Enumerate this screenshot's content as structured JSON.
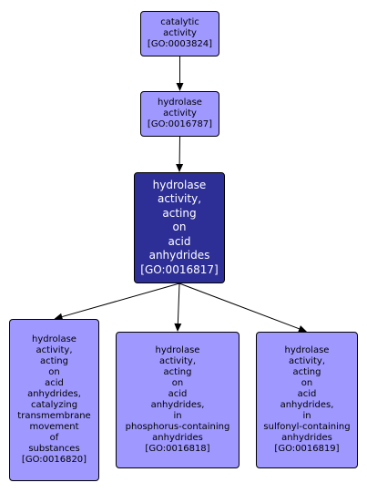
{
  "colors": {
    "node_fill": "#9f98ff",
    "focus_fill": "#2d2f97",
    "border": "#000000",
    "edge": "#000000",
    "text": "#000000",
    "focus_text": "#ffffff"
  },
  "nodes": [
    {
      "id": "GO:0003824",
      "role": "ancestor",
      "lines": [
        "catalytic",
        "activity",
        "[GO:0003824]"
      ]
    },
    {
      "id": "GO:0016787",
      "role": "ancestor",
      "lines": [
        "hydrolase",
        "activity",
        "[GO:0016787]"
      ]
    },
    {
      "id": "GO:0016817",
      "role": "focus",
      "lines": [
        "hydrolase",
        "activity,",
        "acting",
        "on",
        "acid",
        "anhydrides",
        "[GO:0016817]"
      ]
    },
    {
      "id": "GO:0016820",
      "role": "child",
      "lines": [
        "hydrolase",
        "activity,",
        "acting",
        "on",
        "acid",
        "anhydrides,",
        "catalyzing",
        "transmembrane",
        "movement",
        "of",
        "substances",
        "[GO:0016820]"
      ]
    },
    {
      "id": "GO:0016818",
      "role": "child",
      "lines": [
        "hydrolase",
        "activity,",
        "acting",
        "on",
        "acid",
        "anhydrides,",
        "in",
        "phosphorus-containing",
        "anhydrides",
        "[GO:0016818]"
      ]
    },
    {
      "id": "GO:0016819",
      "role": "child",
      "lines": [
        "hydrolase",
        "activity,",
        "acting",
        "on",
        "acid",
        "anhydrides,",
        "in",
        "sulfonyl-containing",
        "anhydrides",
        "[GO:0016819]"
      ]
    }
  ],
  "edges": [
    {
      "from": "GO:0003824",
      "to": "GO:0016787"
    },
    {
      "from": "GO:0016787",
      "to": "GO:0016817"
    },
    {
      "from": "GO:0016817",
      "to": "GO:0016820"
    },
    {
      "from": "GO:0016817",
      "to": "GO:0016818"
    },
    {
      "from": "GO:0016817",
      "to": "GO:0016819"
    }
  ]
}
